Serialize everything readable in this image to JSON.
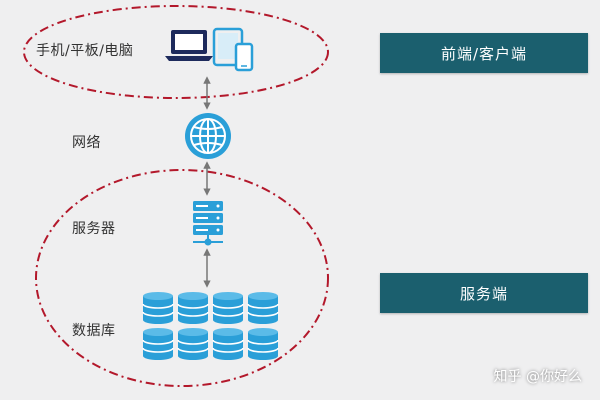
{
  "labels": {
    "devices": "手机/平板/电脑",
    "network": "网络",
    "server": "服务器",
    "database": "数据库"
  },
  "boxes": {
    "frontend": "前端/客户端",
    "backend": "服务端"
  },
  "watermark": "知乎 @你好么",
  "colors": {
    "ellipse_dash": "#b3182b",
    "box_fill": "#1b5f6e",
    "icon_blue": "#2a9fd8",
    "laptop_navy": "#1d2a5c",
    "arrow_gray": "#777777"
  },
  "icons": {
    "devices": "laptop-tablet-phone-icon",
    "network": "globe-icon",
    "server": "server-rack-icon",
    "database": "database-cylinder-icon"
  },
  "database_cylinder_count": 8
}
